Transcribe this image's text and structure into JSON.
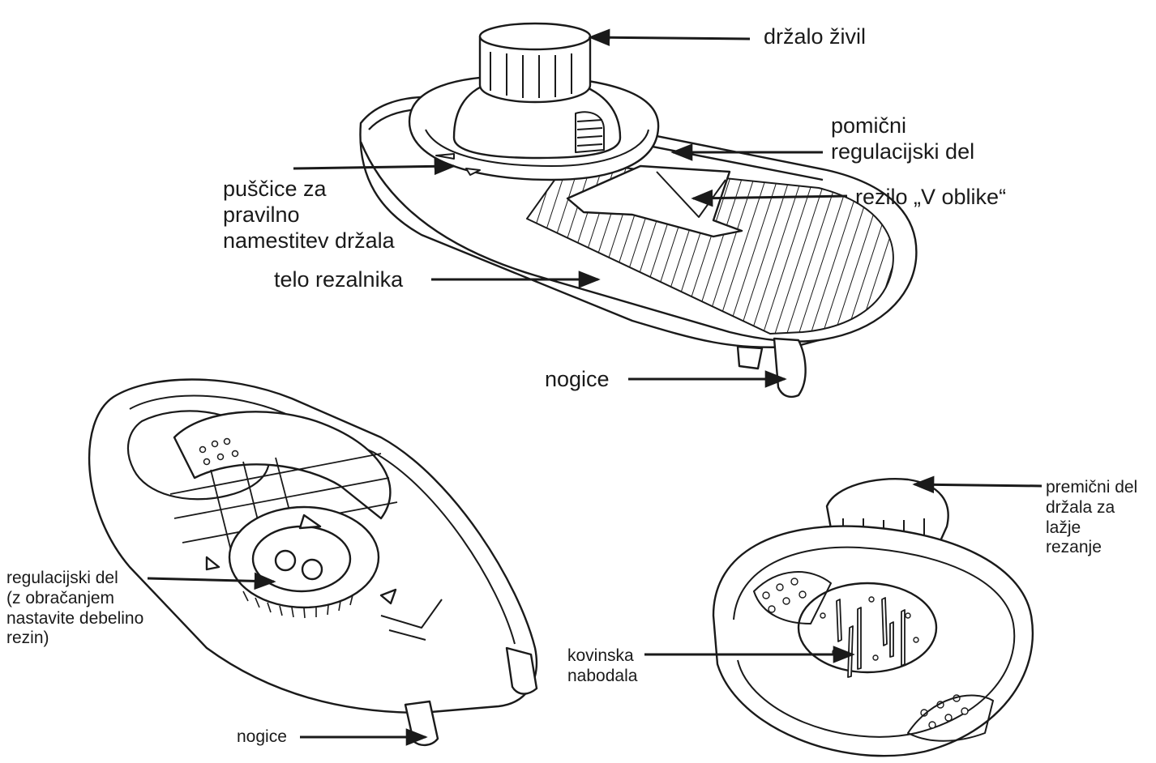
{
  "labels": {
    "food_holder": "držalo živil",
    "movable_adjuster": "pomični\nregulacijski del",
    "v_blade": "rezilo „V oblike“",
    "arrows_holder": "puščice za\npravilno\nnamestitev držala",
    "slicer_body": "telo rezalnika",
    "feet_top": "nogice",
    "adjuster_part": "regulacijski del\n(z obračanjem\nnastavite debelino\nrezin)",
    "feet_bottom": "nogice",
    "movable_holder_part": "premični del\ndržala za\nlažje\nrezanje",
    "metal_spikes": "kovinska\nnabodala"
  },
  "colors": {
    "line": "#1a1a1a",
    "fill": "#ffffff"
  }
}
